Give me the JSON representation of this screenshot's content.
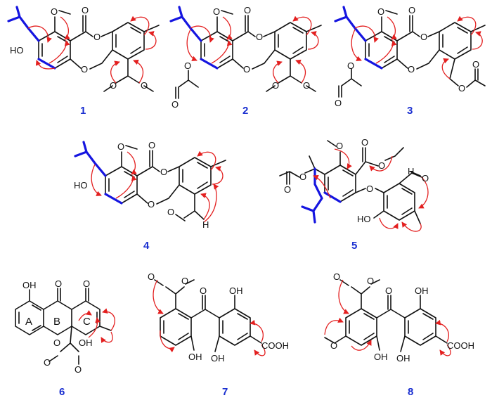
{
  "compounds": [
    {
      "number": "1",
      "atoms": {
        "OMe": "O",
        "C=O": "O",
        "Olac": "O",
        "OH": "HO",
        "Oeth": "O",
        "O1": "O",
        "O2": "O"
      }
    },
    {
      "number": "2",
      "atoms": {
        "OMe": "O",
        "C=O": "O",
        "Olac": "O",
        "OAc": "O",
        "Ac": "O",
        "Oeth": "O",
        "O1": "O",
        "O2": "O"
      }
    },
    {
      "number": "3",
      "atoms": {
        "OMe": "O",
        "C=O": "O",
        "Olac": "O",
        "OAc": "O",
        "Ac": "O",
        "Oeth": "O",
        "O1": "O",
        "O2": "O"
      }
    },
    {
      "number": "4",
      "atoms": {
        "OMe": "O",
        "C=O": "O",
        "Olac": "O",
        "OH": "HO",
        "Oeth": "O",
        "CHO_O": "O",
        "CHO_H": "H"
      }
    },
    {
      "number": "5",
      "atoms": {
        "OAc": "O",
        "Ac": "O",
        "OMe": "O",
        "Ester": "O",
        "EsterO": "O",
        "Oeth": "O",
        "CHO_H": "H",
        "CHO_O": "O",
        "OH": "HO"
      }
    },
    {
      "number": "6",
      "atoms": {
        "OH_top": "OH",
        "O_ketone": "O",
        "O_ketone2": "O",
        "O_ring": "O",
        "OH": "OH",
        "O_est": "O",
        "O_est2": "O"
      },
      "rings": [
        "A",
        "B",
        "C"
      ]
    },
    {
      "number": "7",
      "atoms": {
        "O_est": "O",
        "O_est2": "O",
        "O_ketone": "O",
        "OH_a": "OH",
        "OH_b": "OH",
        "OH_c": "OH",
        "COOH": "COOH"
      }
    },
    {
      "number": "8",
      "atoms": {
        "O_est": "O",
        "O_est2": "O",
        "O_ketone": "O",
        "OH_a": "OH",
        "OMe": "O",
        "OH_b": "OH",
        "OH_c": "OH",
        "COOH": "COOH"
      }
    }
  ],
  "colors": {
    "bonds": "#111111",
    "highlight_bonds": "#1515e0",
    "hmbc_arrows": "#e32020",
    "labels": "#1a2fd0"
  }
}
